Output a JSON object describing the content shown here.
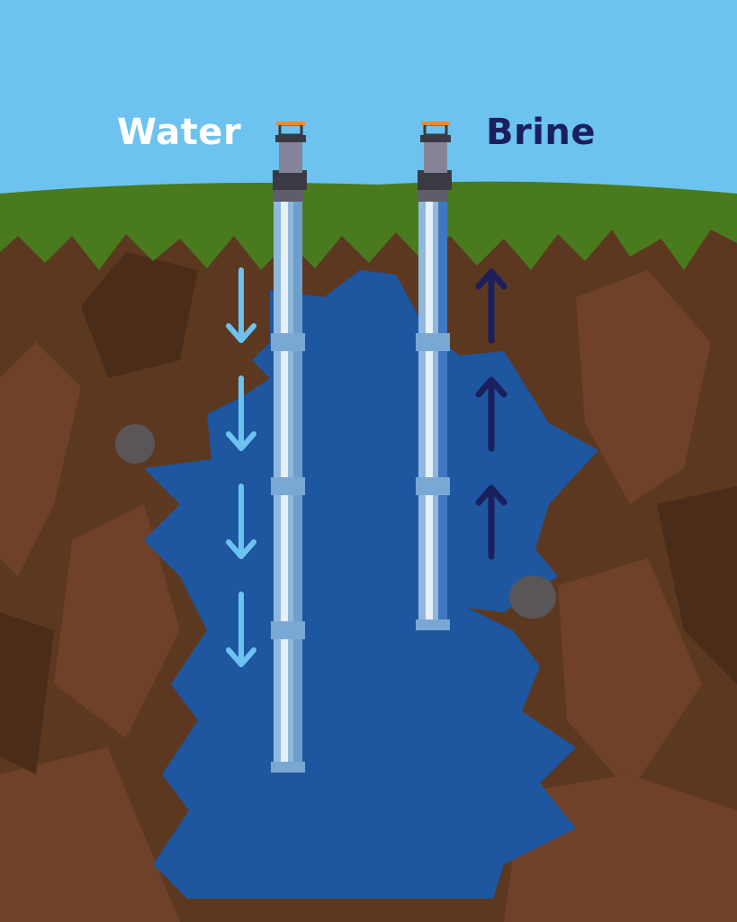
{
  "labels": {
    "water": "Water",
    "brine": "Brine"
  },
  "colors": {
    "sky": "#6cc3f0",
    "grass": "#4a7a1e",
    "soil": "#5c3820",
    "water": "#1e56a0",
    "water_arrow": "#6cc3f0",
    "brine_arrow": "#1b1f5e",
    "water_label": "#ffffff",
    "brine_label": "#1b1f5e",
    "cap": "#f08a30"
  },
  "flows": {
    "water": "down",
    "brine": "up"
  }
}
